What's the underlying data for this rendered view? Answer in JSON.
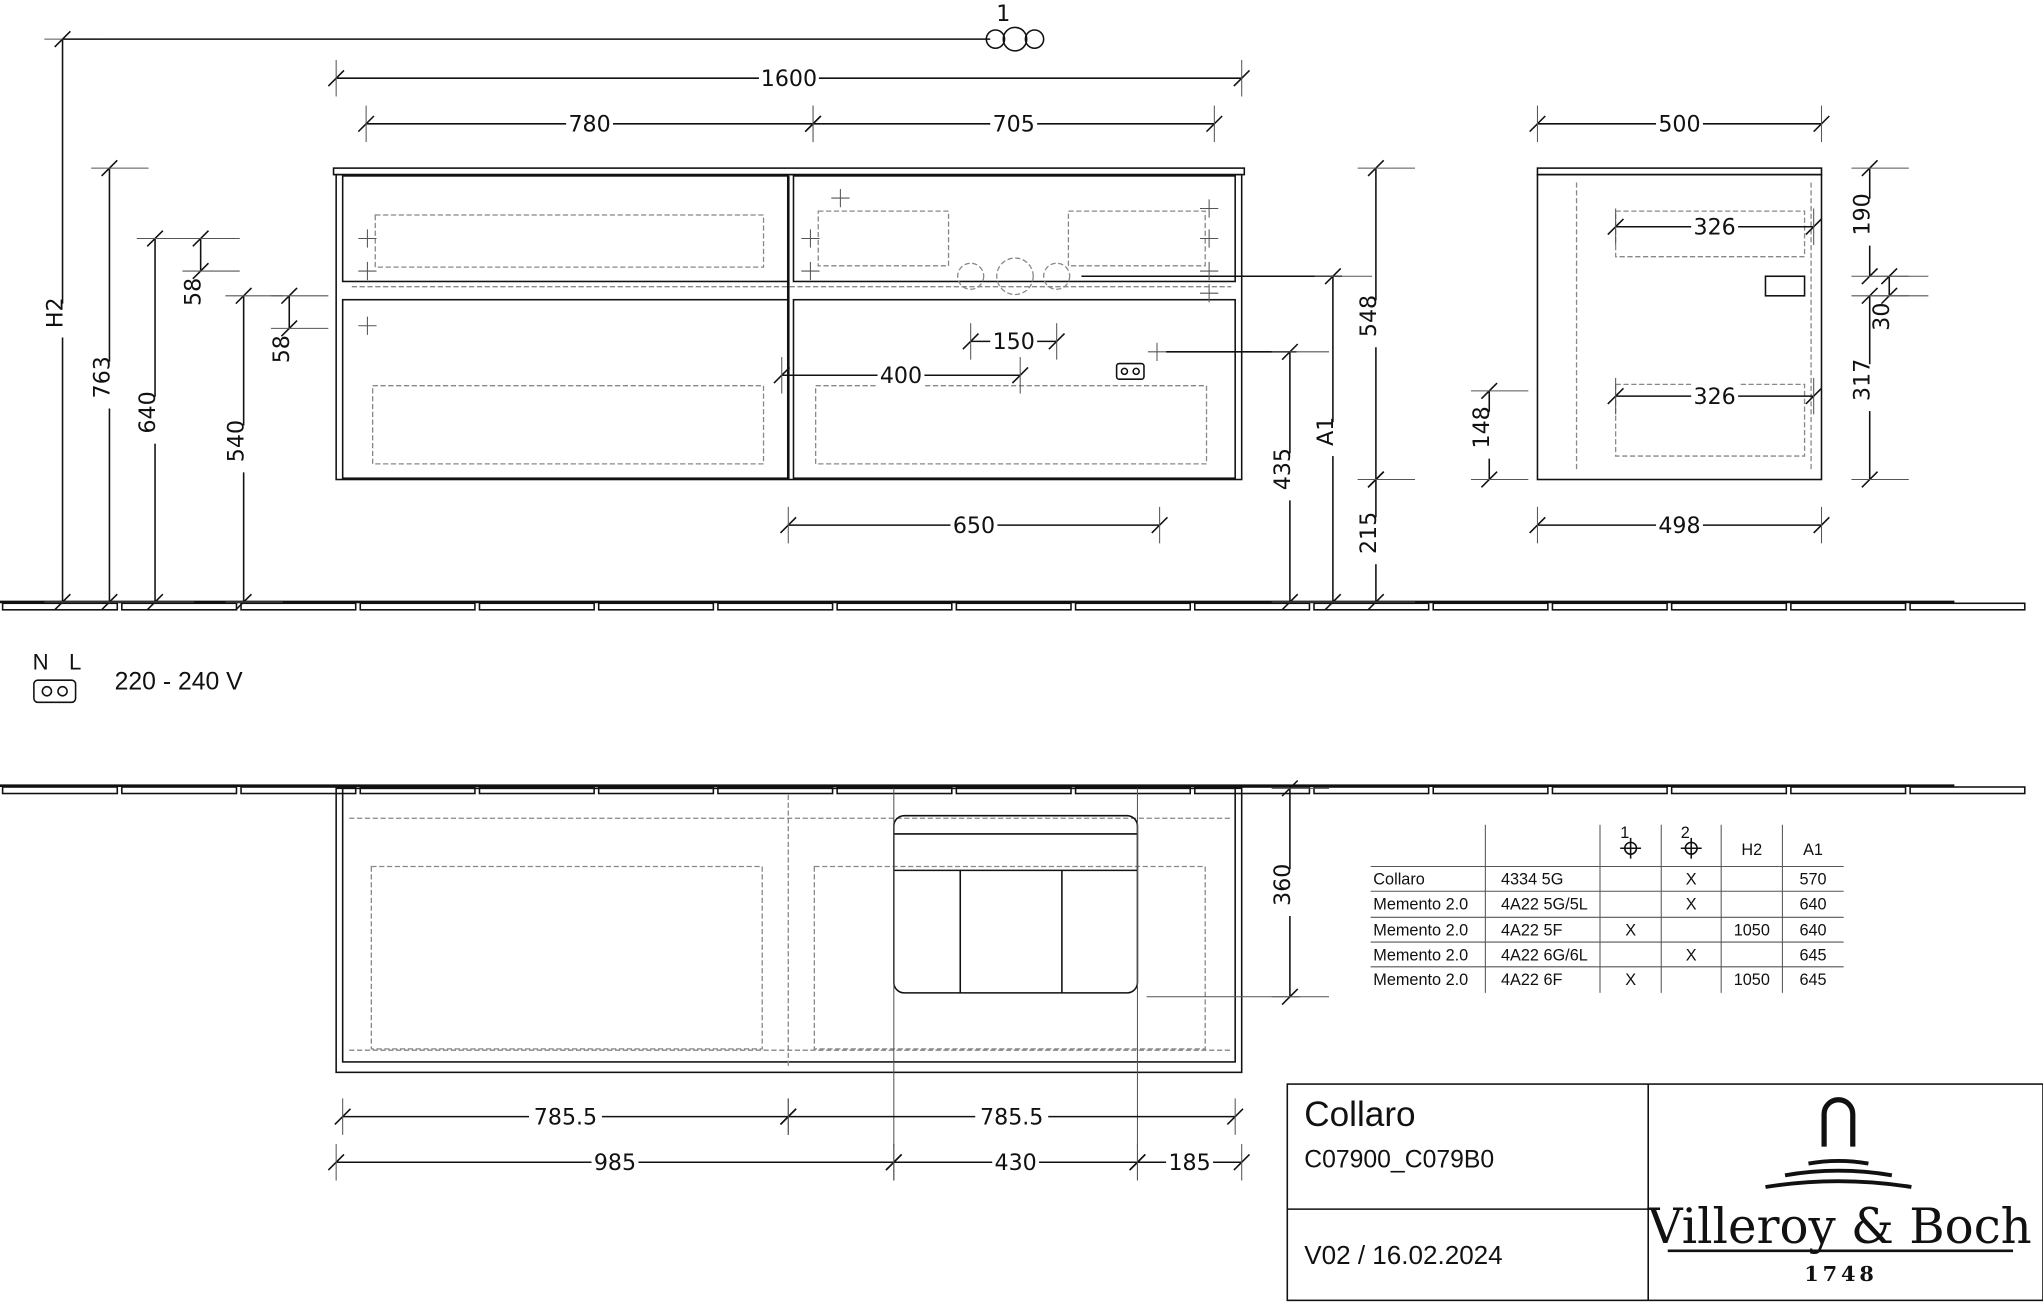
{
  "drawing": {
    "marker_label": "1",
    "dims_h": [
      "1600",
      "780",
      "705",
      "500",
      "326",
      "326",
      "150",
      "400",
      "650",
      "498",
      "785.5",
      "785.5",
      "985",
      "430",
      "185"
    ],
    "dims_v": [
      "H2",
      "763",
      "640",
      "540",
      "58",
      "58",
      "435",
      "A1",
      "548",
      "215",
      "190",
      "30",
      "317",
      "148",
      "360"
    ],
    "power": {
      "n_label": "N",
      "l_label": "L",
      "voltage": "220 - 240 V"
    }
  },
  "table": {
    "headers": [
      "",
      "",
      "1",
      "2",
      "H2",
      "A1"
    ],
    "rows": [
      [
        "Collaro",
        "4334 5G",
        "",
        "X",
        "",
        "570"
      ],
      [
        "Memento 2.0",
        "4A22 5G/5L",
        "",
        "X",
        "",
        "640"
      ],
      [
        "Memento 2.0",
        "4A22 5F",
        "X",
        "",
        "1050",
        "640"
      ],
      [
        "Memento 2.0",
        "4A22 6G/6L",
        "",
        "X",
        "",
        "645"
      ],
      [
        "Memento 2.0",
        "4A22 6F",
        "X",
        "",
        "1050",
        "645"
      ]
    ]
  },
  "title_block": {
    "product": "Collaro",
    "code": "C07900_C079B0",
    "version": "V02 / 16.02.2024",
    "brand": "Villeroy & Boch",
    "year": "1748"
  }
}
